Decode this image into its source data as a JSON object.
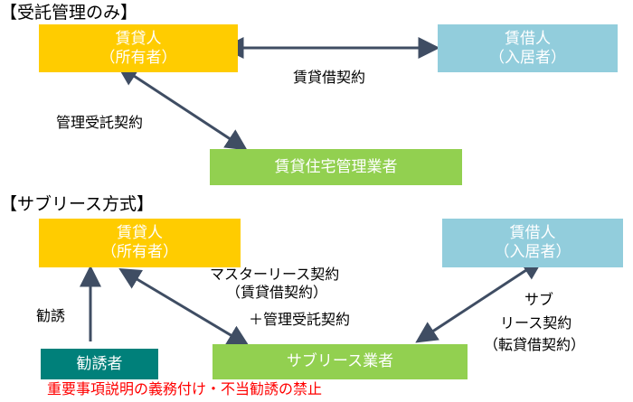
{
  "top_section": {
    "title": "【受託管理のみ】",
    "owner": {
      "line1": "賃貸人",
      "line2": "（所有者）"
    },
    "tenant": {
      "line1": "賃借人",
      "line2": "（入居者）"
    },
    "manager": {
      "label": "賃貸住宅管理業者"
    },
    "lease_contract_label": "賃貸借契約",
    "management_contract_label": "管理受託契約"
  },
  "bottom_section": {
    "title": "【サブリース方式】",
    "owner": {
      "line1": "賃貸人",
      "line2": "（所有者）"
    },
    "tenant": {
      "line1": "賃借人",
      "line2": "（入居者）"
    },
    "sublease_company": {
      "label": "サブリース業者"
    },
    "solicitor": {
      "label": "勧誘者"
    },
    "master_lease_label": {
      "line1": "マスターリース契約",
      "line2": "（賃貸借契約）",
      "line3": "＋管理受託契約"
    },
    "sublease_label": {
      "line1": "サブ",
      "line2": "リース契約",
      "line3": "（転貸借契約）"
    },
    "solicitation_label": "勧誘",
    "regulation_note": "重要事項説明の義務付け・不当勧誘の禁止"
  },
  "colors": {
    "owner": "#FFCC00",
    "tenant": "#92CDDC",
    "company": "#92D050",
    "solicitor": "#00807A",
    "arrow": "#3F4D63",
    "warning_text": "#FF0000"
  }
}
